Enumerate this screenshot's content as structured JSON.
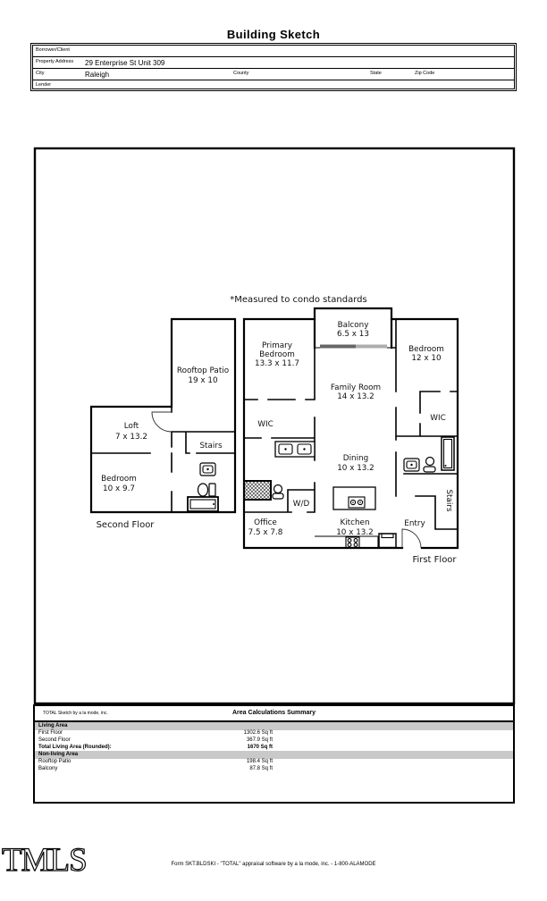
{
  "title": "Building Sketch",
  "form": {
    "borrower_label": "Borrower/Client",
    "property_address_label": "Property Address",
    "property_address_value": "29 Enterprise St Unit 309",
    "city_label": "City",
    "city_value": "Raleigh",
    "county_label": "County",
    "state_label": "State",
    "zip_label": "Zip Code",
    "lender_label": "Lender"
  },
  "sketch": {
    "note": "*Measured to condo standards",
    "rooms": {
      "balcony": {
        "lines": [
          "Balcony",
          "6.5 x 13"
        ]
      },
      "primary_bedroom": {
        "lines": [
          "Primary",
          "Bedroom",
          "13.3 x 11.7"
        ]
      },
      "bedroom_upper_right": {
        "lines": [
          "Bedroom",
          "12 x 10"
        ]
      },
      "rooftop_patio": {
        "lines": [
          "Rooftop Patio",
          "19 x 10"
        ]
      },
      "family_room": {
        "lines": [
          "Family Room",
          "14 x 13.2"
        ]
      },
      "wic_left": {
        "lines": [
          "WIC"
        ]
      },
      "wic_right": {
        "lines": [
          "WIC"
        ]
      },
      "loft": {
        "lines": [
          "Loft",
          "7 x 13.2"
        ]
      },
      "stairs_second": {
        "lines": [
          "Stairs"
        ]
      },
      "dining": {
        "lines": [
          "Dining",
          "10 x 13.2"
        ]
      },
      "bedroom_second": {
        "lines": [
          "Bedroom",
          "10 x 9.7"
        ]
      },
      "laundry": {
        "lines": [
          "W/D"
        ]
      },
      "office": {
        "lines": [
          "Office",
          "7.5 x 7.8"
        ]
      },
      "kitchen": {
        "lines": [
          "Kitchen",
          "10 x 13.2"
        ]
      },
      "entry": {
        "lines": [
          "Entry"
        ]
      },
      "stairs_first": {
        "lines": [
          "Stairs"
        ]
      }
    },
    "floor_labels": {
      "second": "Second Floor",
      "first": "First Floor"
    }
  },
  "area_summary": {
    "vendor": "TOTAL Sketch by a la mode, inc.",
    "title": "Area Calculations Summary",
    "sections": [
      {
        "header": "Living Area",
        "rows": [
          {
            "label": "First Floor",
            "value": "1302.6 Sq ft"
          },
          {
            "label": "Second Floor",
            "value": "367.9 Sq ft"
          },
          {
            "label": "Total Living Area (Rounded):",
            "value": "1670 Sq ft"
          }
        ]
      },
      {
        "header": "Non-living Area",
        "rows": [
          {
            "label": "Rooftop Patio",
            "value": "198.4 Sq ft"
          },
          {
            "label": "Balcony",
            "value": "87.8 Sq ft"
          }
        ]
      }
    ]
  },
  "footer": "Form SKT.BLDSKI - \"TOTAL\" appraisal software by a la mode, inc. - 1-800-ALAMODE",
  "watermark": "TMLS"
}
